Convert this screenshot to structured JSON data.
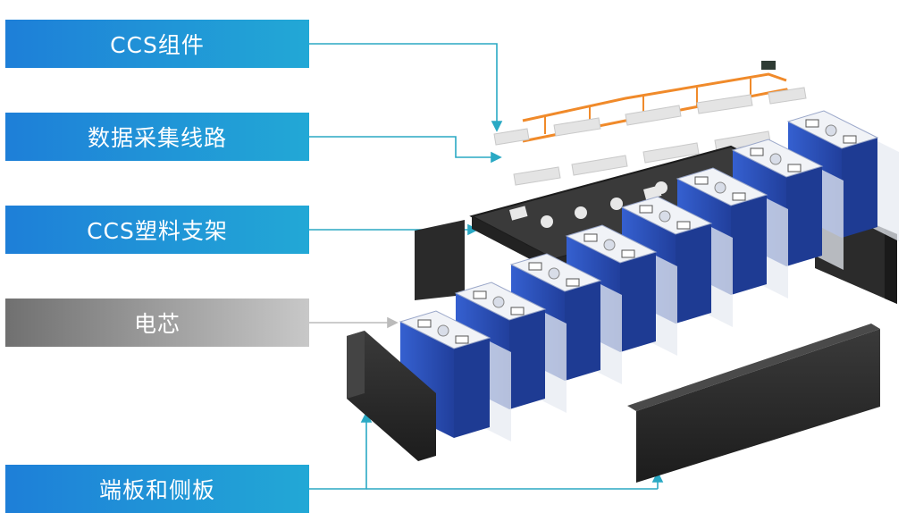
{
  "labels": [
    {
      "text": "CCS组件",
      "style": "blue"
    },
    {
      "text": "数据采集线路",
      "style": "blue"
    },
    {
      "text": "CCS塑料支架",
      "style": "blue"
    },
    {
      "text": "电芯",
      "style": "gray"
    },
    {
      "text": "端板和侧板",
      "style": "blue"
    }
  ],
  "colors": {
    "label_blue": "#1e7fd8",
    "label_gray": "#8a8a8a",
    "leader_line": "#2aa9c4",
    "cell_blue": "#2b55c7",
    "frame_dark": "#2b2b2b",
    "flex_orange": "#f08a2a"
  }
}
